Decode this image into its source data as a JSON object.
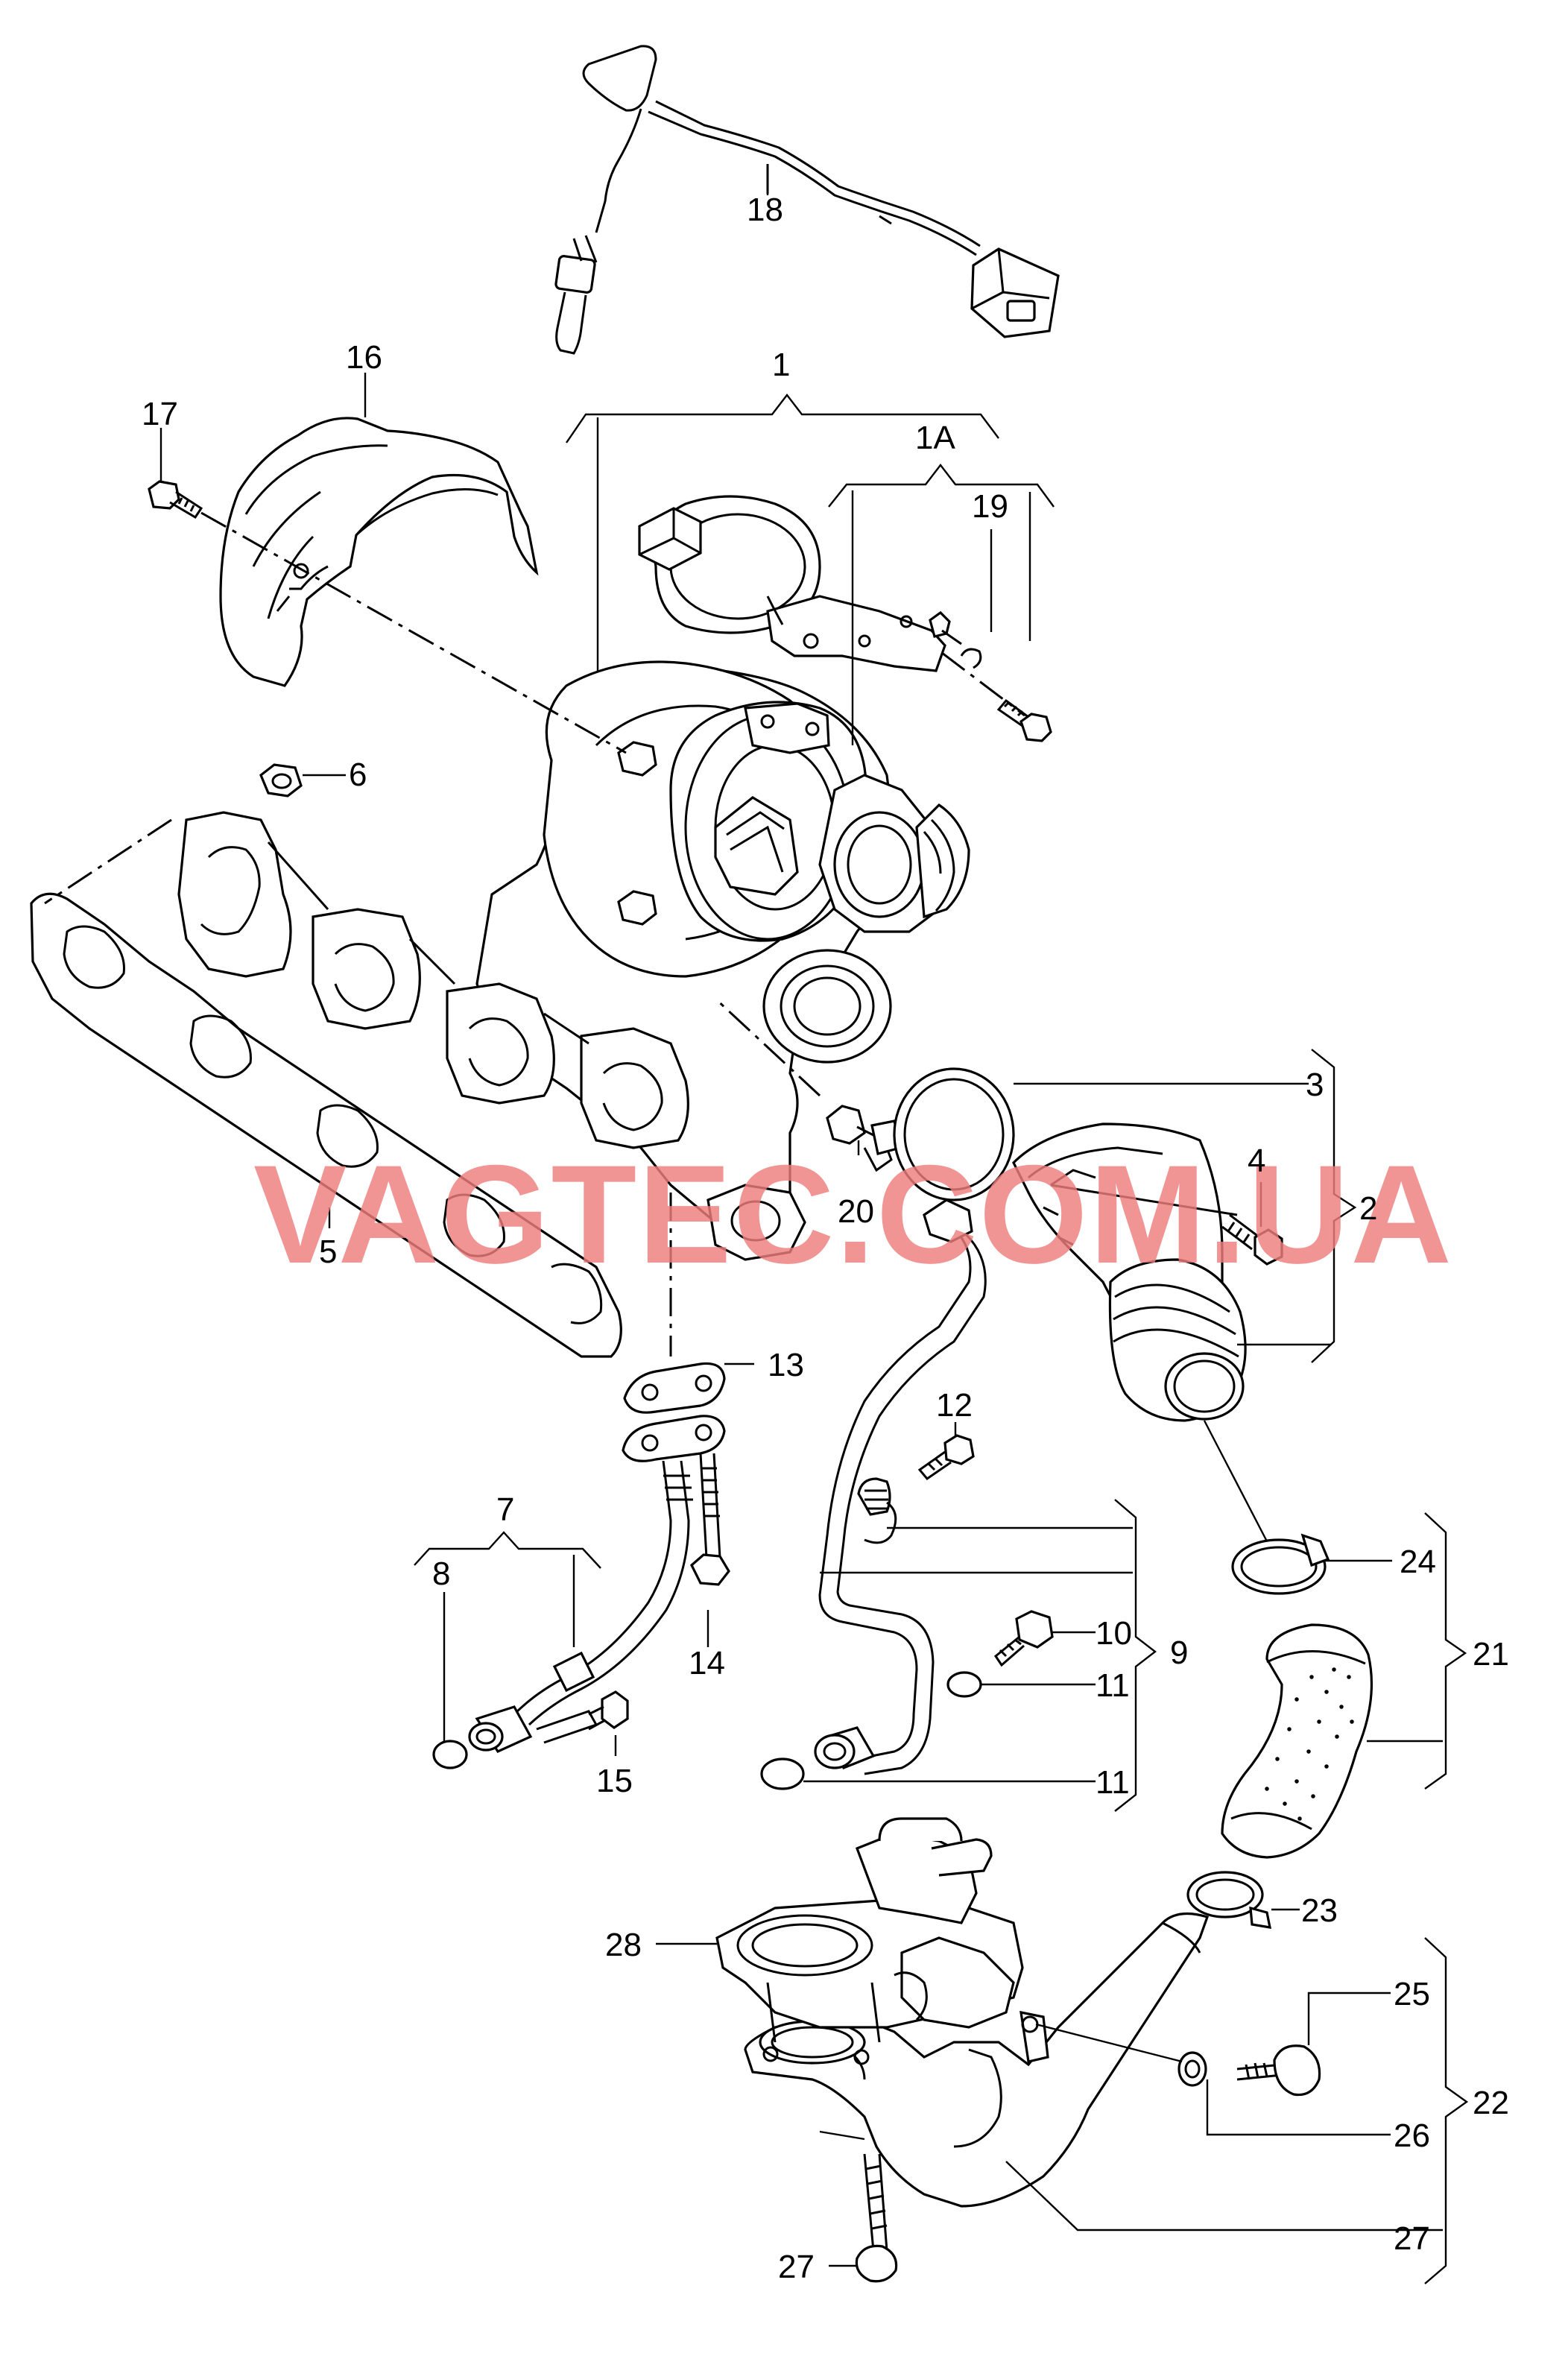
{
  "diagram": {
    "watermark": "VAGTEC.COM.UA",
    "callouts": {
      "p1": "1",
      "p1a": "1A",
      "p2": "2",
      "p3": "3",
      "p4": "4",
      "p5": "5",
      "p6": "6",
      "p7": "7",
      "p8": "8",
      "p9": "9",
      "p10": "10",
      "p11a": "11",
      "p11b": "11",
      "p12": "12",
      "p13": "13",
      "p14": "14",
      "p15": "15",
      "p16": "16",
      "p17": "17",
      "p18": "18",
      "p19": "19",
      "p20": "20",
      "p21": "21",
      "p22": "22",
      "p23": "23",
      "p24": "24",
      "p25": "25",
      "p26": "26",
      "p27a": "27",
      "p27b": "27",
      "p28": "28"
    }
  }
}
